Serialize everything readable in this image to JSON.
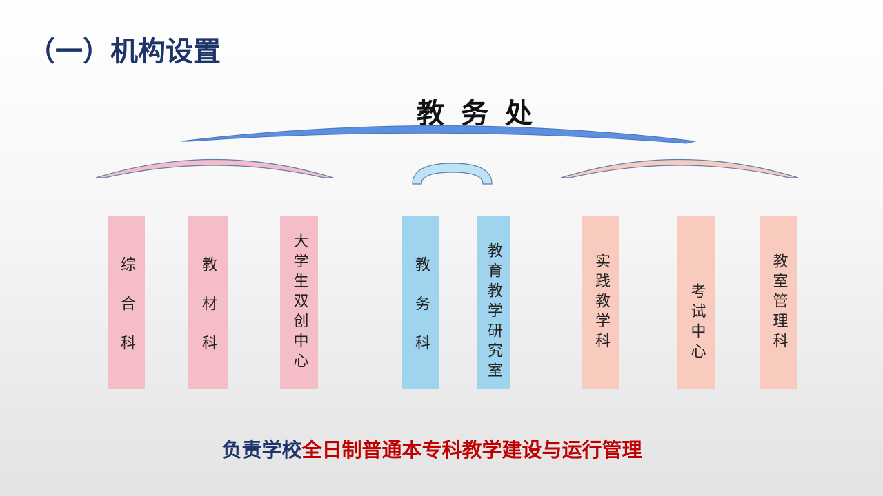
{
  "title": "（一）机构设置",
  "head": "教务处",
  "colors": {
    "navy": "#1f3468",
    "red": "#c00000",
    "pink": "#f5bdc8",
    "blue": "#9fd3ee",
    "peach": "#f8cbbe",
    "arc_blue": "#5b8fe0"
  },
  "units": [
    {
      "label": "综合科",
      "group": "pink"
    },
    {
      "label": "教材科",
      "group": "pink"
    },
    {
      "label": "大学生双创中心",
      "group": "pink"
    },
    {
      "label": "教务科",
      "group": "blue"
    },
    {
      "label": "教育教学研究室",
      "group": "blue"
    },
    {
      "label": "实践教学科",
      "group": "peach"
    },
    {
      "label": "考试中心",
      "group": "peach"
    },
    {
      "label": "教室管理科",
      "group": "peach"
    }
  ],
  "footer": {
    "part1": "负责学校",
    "part2": "全日制普通本专科教学建设与运行管理"
  }
}
